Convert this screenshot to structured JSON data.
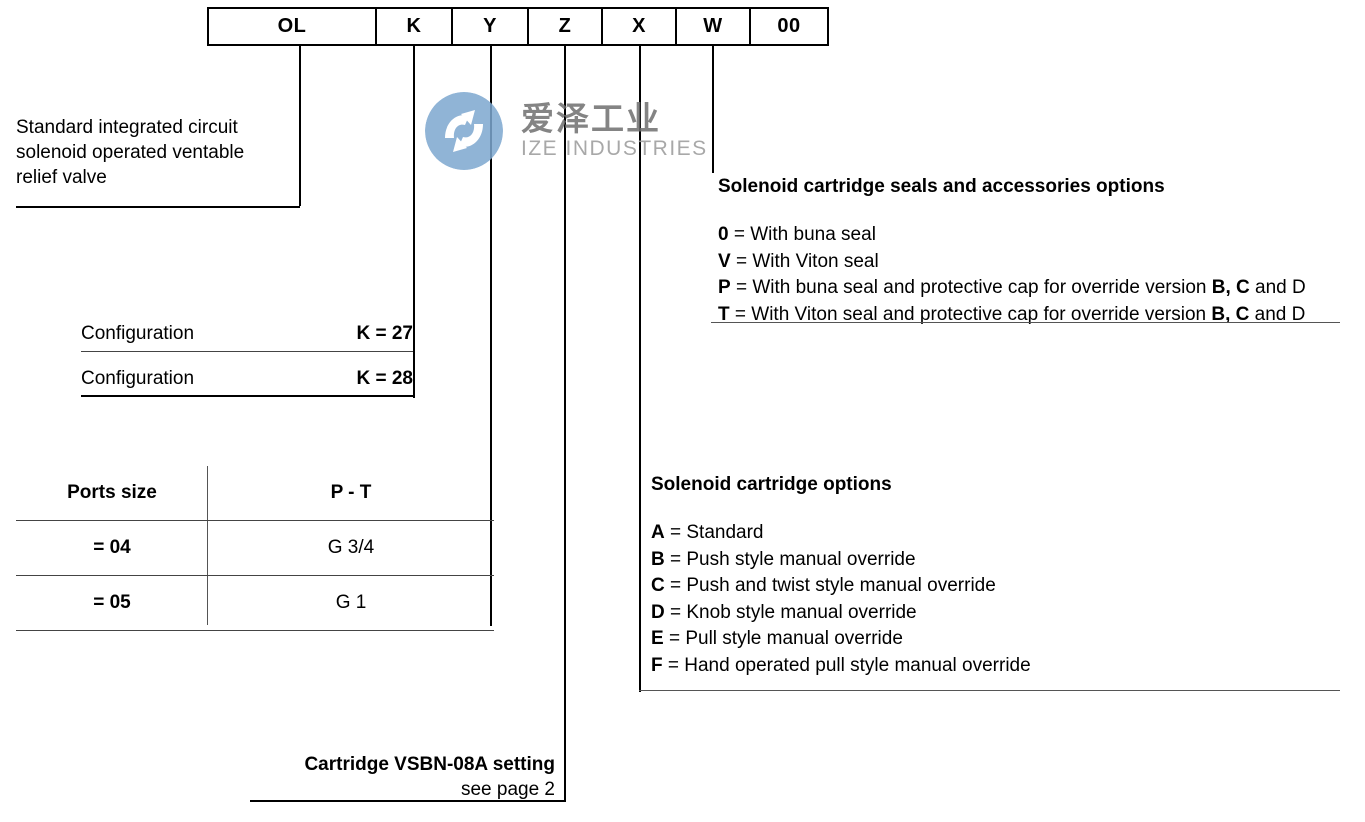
{
  "code_row": {
    "cells": [
      {
        "label": "OL",
        "width": 168
      },
      {
        "label": "K",
        "width": 76
      },
      {
        "label": "Y",
        "width": 76
      },
      {
        "label": "Z",
        "width": 74
      },
      {
        "label": "X",
        "width": 74
      },
      {
        "label": "W",
        "width": 74
      },
      {
        "label": "00",
        "width": 76
      }
    ]
  },
  "description": {
    "line1": "Standard integrated circuit",
    "line2": "solenoid operated ventable",
    "line3": "relief valve"
  },
  "configuration": {
    "rows": [
      {
        "label": "Configuration",
        "value": "K = 27"
      },
      {
        "label": "Configuration",
        "value": "K = 28"
      }
    ]
  },
  "ports_table": {
    "headers": [
      "Ports size",
      "P - T"
    ],
    "rows": [
      {
        "size": "= 04",
        "port": "G 3/4"
      },
      {
        "size": "= 05",
        "port": "G 1"
      }
    ]
  },
  "seals_options": {
    "title": "Solenoid cartridge seals and accessories options",
    "items": [
      {
        "code": "0",
        "text_before": " = With buna seal",
        "text_after": "",
        "bold_refs": ""
      },
      {
        "code": "V",
        "text_before": " = With Viton seal",
        "text_after": "",
        "bold_refs": ""
      },
      {
        "code": "P",
        "text_before": " = With buna seal and protective cap for override version ",
        "bold_refs": "B, C",
        "text_after": " and D"
      },
      {
        "code": "T",
        "text_before": " = With Viton seal and protective cap for override version ",
        "bold_refs": "B, C",
        "text_after": " and D"
      }
    ]
  },
  "cartridge_options": {
    "title": "Solenoid cartridge options",
    "items": [
      {
        "code": "A",
        "text": " = Standard"
      },
      {
        "code": "B",
        "text": " = Push style manual override"
      },
      {
        "code": "C",
        "text": " = Push and twist style manual override"
      },
      {
        "code": "D",
        "text": " = Knob style manual override"
      },
      {
        "code": "E",
        "text": " = Pull style manual override"
      },
      {
        "code": "F",
        "text": " = Hand operated pull style manual override"
      }
    ]
  },
  "cartridge_setting": {
    "line1": "Cartridge VSBN-08A setting",
    "line2": "see page 2"
  },
  "watermark": {
    "cn": "爱泽工业",
    "en": "IZE INDUSTRIES",
    "color": "#7da7d0"
  }
}
